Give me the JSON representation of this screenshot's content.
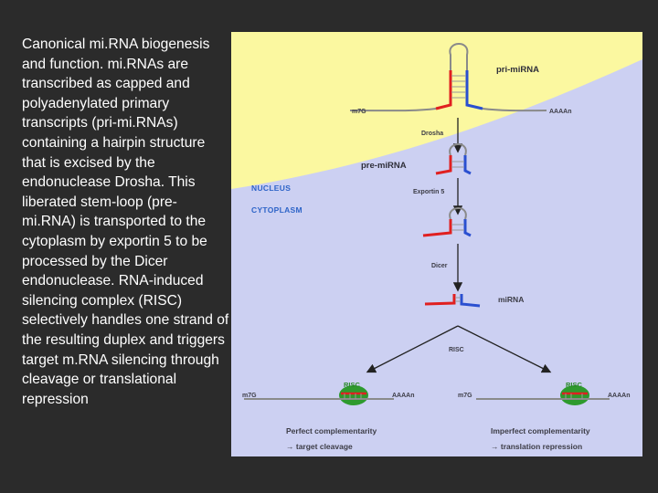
{
  "caption": "Canonical mi.RNA biogenesis and function. mi.RNAs are transcribed as capped and polyadenylated primary transcripts (pri-mi.RNAs) containing a hairpin structure that is excised by the endonuclease Drosha. This liberated stem-loop (pre-mi.RNA) is transported to the cytoplasm by exportin 5 to be processed by the Dicer endonuclease. RNA-induced silencing complex (RISC) selectively handles one strand of the resulting duplex and triggers target m.RNA silencing through cleavage or translational repression",
  "diagram": {
    "colors": {
      "nucleus": "#fbf8a0",
      "cytoplasm": "#ccd0f2",
      "strand_red": "#e02020",
      "strand_blue": "#2a4fd0",
      "rna_gray": "#8a8a8a",
      "risc_green": "#2e9a2e",
      "region_label": "#2e64c8"
    },
    "labels": {
      "pri_mirna": "pri-miRNA",
      "cap_top": "m7G",
      "polya_top": "AAAAn",
      "drosha": "Drosha",
      "pre_mirna": "pre-miRNA",
      "nucleus": "NUCLEUS",
      "exportin": "Exportin 5",
      "cytoplasm": "CYTOPLASM",
      "dicer": "Dicer",
      "mirna": "miRNA",
      "risc_center": "RISC",
      "risc_left": "RISC",
      "risc_right": "RISC",
      "cap_left": "m7G",
      "polya_left": "AAAAn",
      "cap_right": "m7G",
      "polya_right": "AAAAn",
      "perfect": "Perfect complementarity",
      "perfect_outcome": "→ target cleavage",
      "imperfect": "Imperfect complementarity",
      "imperfect_outcome": "→ translation repression"
    }
  }
}
